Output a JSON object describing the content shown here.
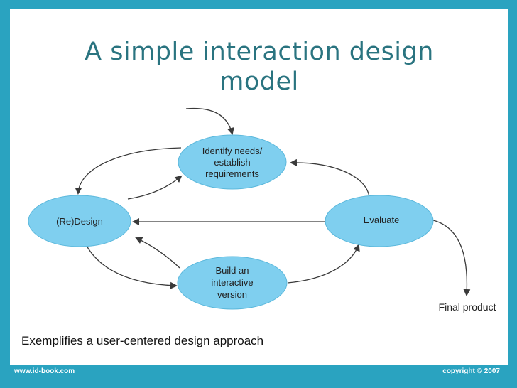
{
  "slide": {
    "title_line1": "A simple interaction design",
    "title_line2": "model",
    "caption": "Exemplifies a user-centered design approach",
    "footer_left": "www.id-book.com",
    "footer_right": "copyright © 2007"
  },
  "diagram": {
    "nodes": {
      "identify": [
        "Identify needs/",
        "establish",
        "requirements"
      ],
      "redesign": [
        "(Re)Design"
      ],
      "evaluate": [
        "Evaluate"
      ],
      "build": [
        "Build an",
        "interactive",
        "version"
      ]
    },
    "final_product": "Final product"
  },
  "colors": {
    "frame": "#2aa3c0",
    "title": "#2a7480",
    "node_fill": "#7fcfef",
    "node_stroke": "#5bb8dc",
    "arrow": "#3a3a3a"
  }
}
